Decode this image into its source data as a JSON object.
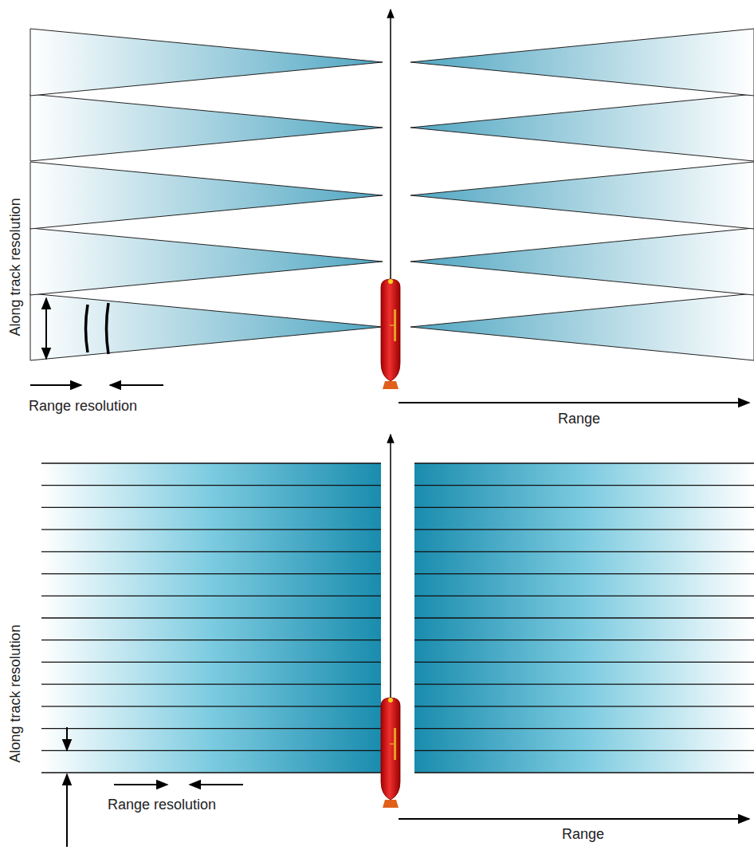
{
  "diagram": {
    "labels": [
      "Along track resolution",
      "Range resolution",
      "Range",
      "Along track resolution",
      "Range resolution",
      "Range"
    ]
  }
}
